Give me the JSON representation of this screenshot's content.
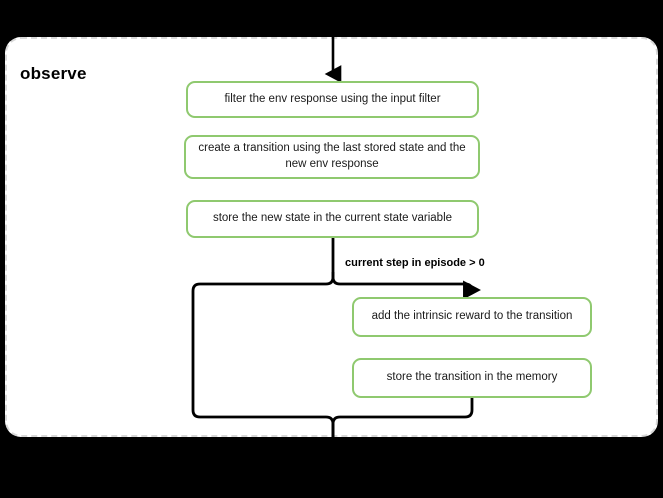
{
  "diagram": {
    "type": "flowchart",
    "background_color": "#000000",
    "group": {
      "title": "observe",
      "fill_color": "#ffffff",
      "border_color": "#d8d8d8",
      "border_style": "dashed"
    },
    "node_style": {
      "border_color": "#8fc96f",
      "fill_color": "#ffffff",
      "text_color": "#1a1a1a"
    },
    "edge_color": "#000000",
    "nodes": [
      {
        "id": "filter-env-response",
        "label": "filter the env response using the input filter"
      },
      {
        "id": "create-transition",
        "label": "create a transition using the last stored state and the new env response"
      },
      {
        "id": "store-new-state",
        "label": "store the new state in the current state variable"
      },
      {
        "id": "add-intrinsic-reward",
        "label": "add the intrinsic reward to the transition"
      },
      {
        "id": "store-transition",
        "label": "store the transition in the memory"
      }
    ],
    "edge_labels": [
      {
        "id": "condition-current-step",
        "text": "current step in episode > 0"
      }
    ]
  }
}
